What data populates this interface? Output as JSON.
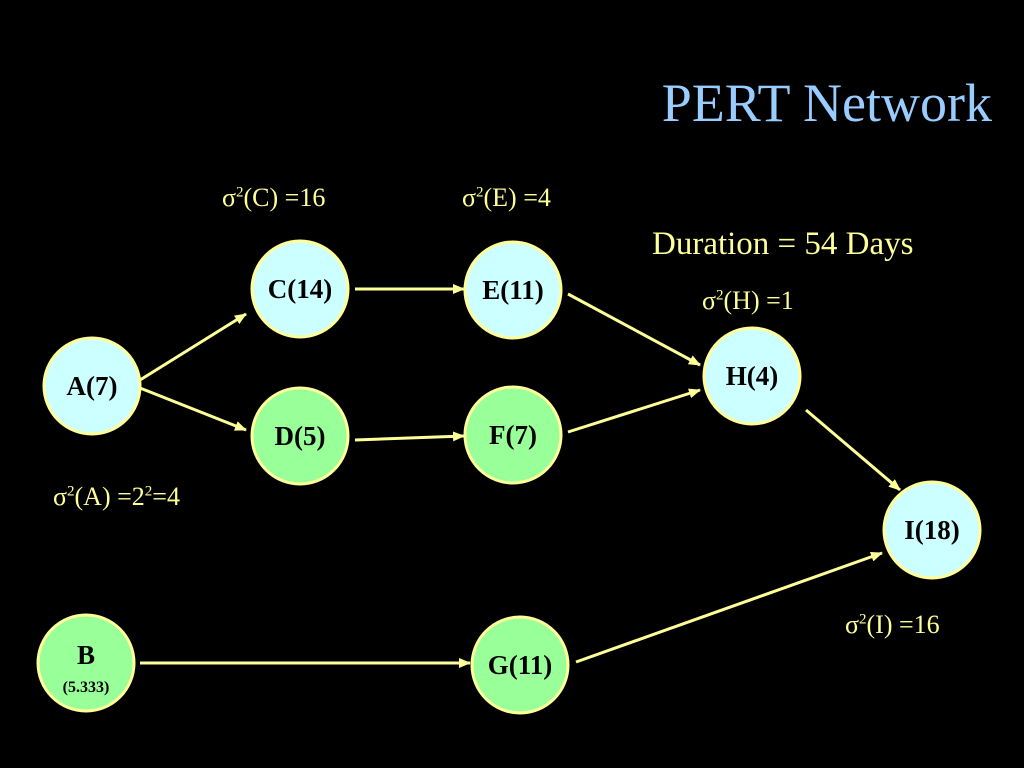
{
  "title": "PERT Network",
  "duration_label": "Duration = 54 Days",
  "colors": {
    "background": "#000000",
    "title": "#99ccff",
    "annotation": "#ffff99",
    "arrow": "#ffff99",
    "node_outline": "#ffff99",
    "critical_node_fill": "#ccffff",
    "noncritical_node_fill": "#99ff99"
  },
  "variances": {
    "a": {
      "sigma": "σ",
      "exp": "2",
      "text": "(A) =2",
      "exp2": "2",
      "tail": "=4"
    },
    "c": {
      "sigma": "σ",
      "exp": "2",
      "text": "(C) =16"
    },
    "e": {
      "sigma": "σ",
      "exp": "2",
      "text": "(E) =4"
    },
    "h": {
      "sigma": "σ",
      "exp": "2",
      "text": "(H) =1"
    },
    "i": {
      "sigma": "σ",
      "exp": "2",
      "text": "(I) =16"
    }
  },
  "nodes": [
    {
      "id": "A",
      "label": "A(7)",
      "critical": true
    },
    {
      "id": "B",
      "label": "B",
      "sublabel": "(5.333)",
      "critical": false
    },
    {
      "id": "C",
      "label": "C(14)",
      "critical": true
    },
    {
      "id": "D",
      "label": "D(5)",
      "critical": false
    },
    {
      "id": "E",
      "label": "E(11)",
      "critical": true
    },
    {
      "id": "F",
      "label": "F(7)",
      "critical": false
    },
    {
      "id": "G",
      "label": "G(11)",
      "critical": false
    },
    {
      "id": "H",
      "label": "H(4)",
      "critical": true
    },
    {
      "id": "I",
      "label": "I(18)",
      "critical": true
    }
  ],
  "edges": [
    {
      "from": "A",
      "to": "C"
    },
    {
      "from": "A",
      "to": "D"
    },
    {
      "from": "C",
      "to": "E"
    },
    {
      "from": "D",
      "to": "F"
    },
    {
      "from": "E",
      "to": "H"
    },
    {
      "from": "F",
      "to": "H"
    },
    {
      "from": "H",
      "to": "I"
    },
    {
      "from": "B",
      "to": "G"
    },
    {
      "from": "G",
      "to": "I"
    }
  ]
}
